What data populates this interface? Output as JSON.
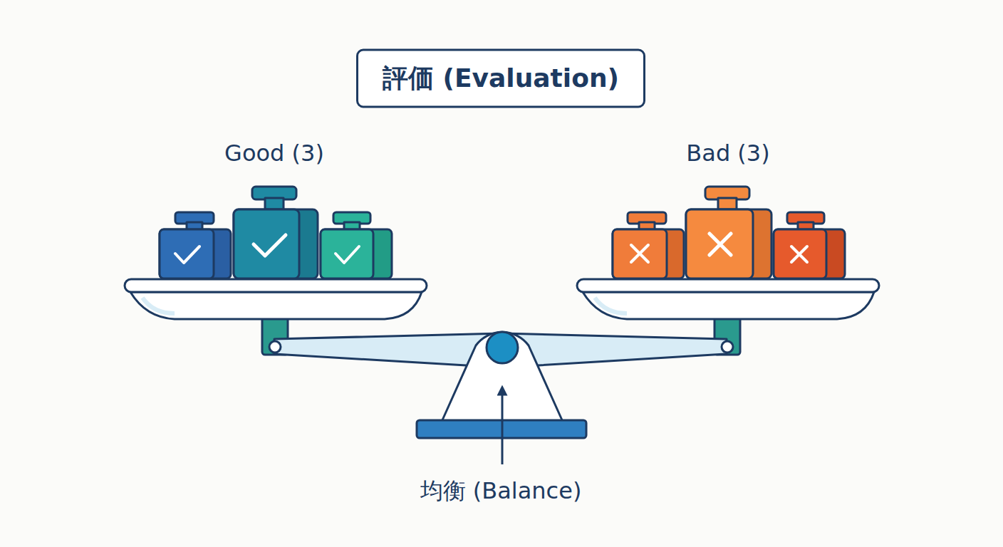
{
  "diagram": {
    "title": "評価 (Evaluation)",
    "labels": [
      "Good (3)",
      "Bad (3)",
      "均衡 (Balance)"
    ]
  }
}
